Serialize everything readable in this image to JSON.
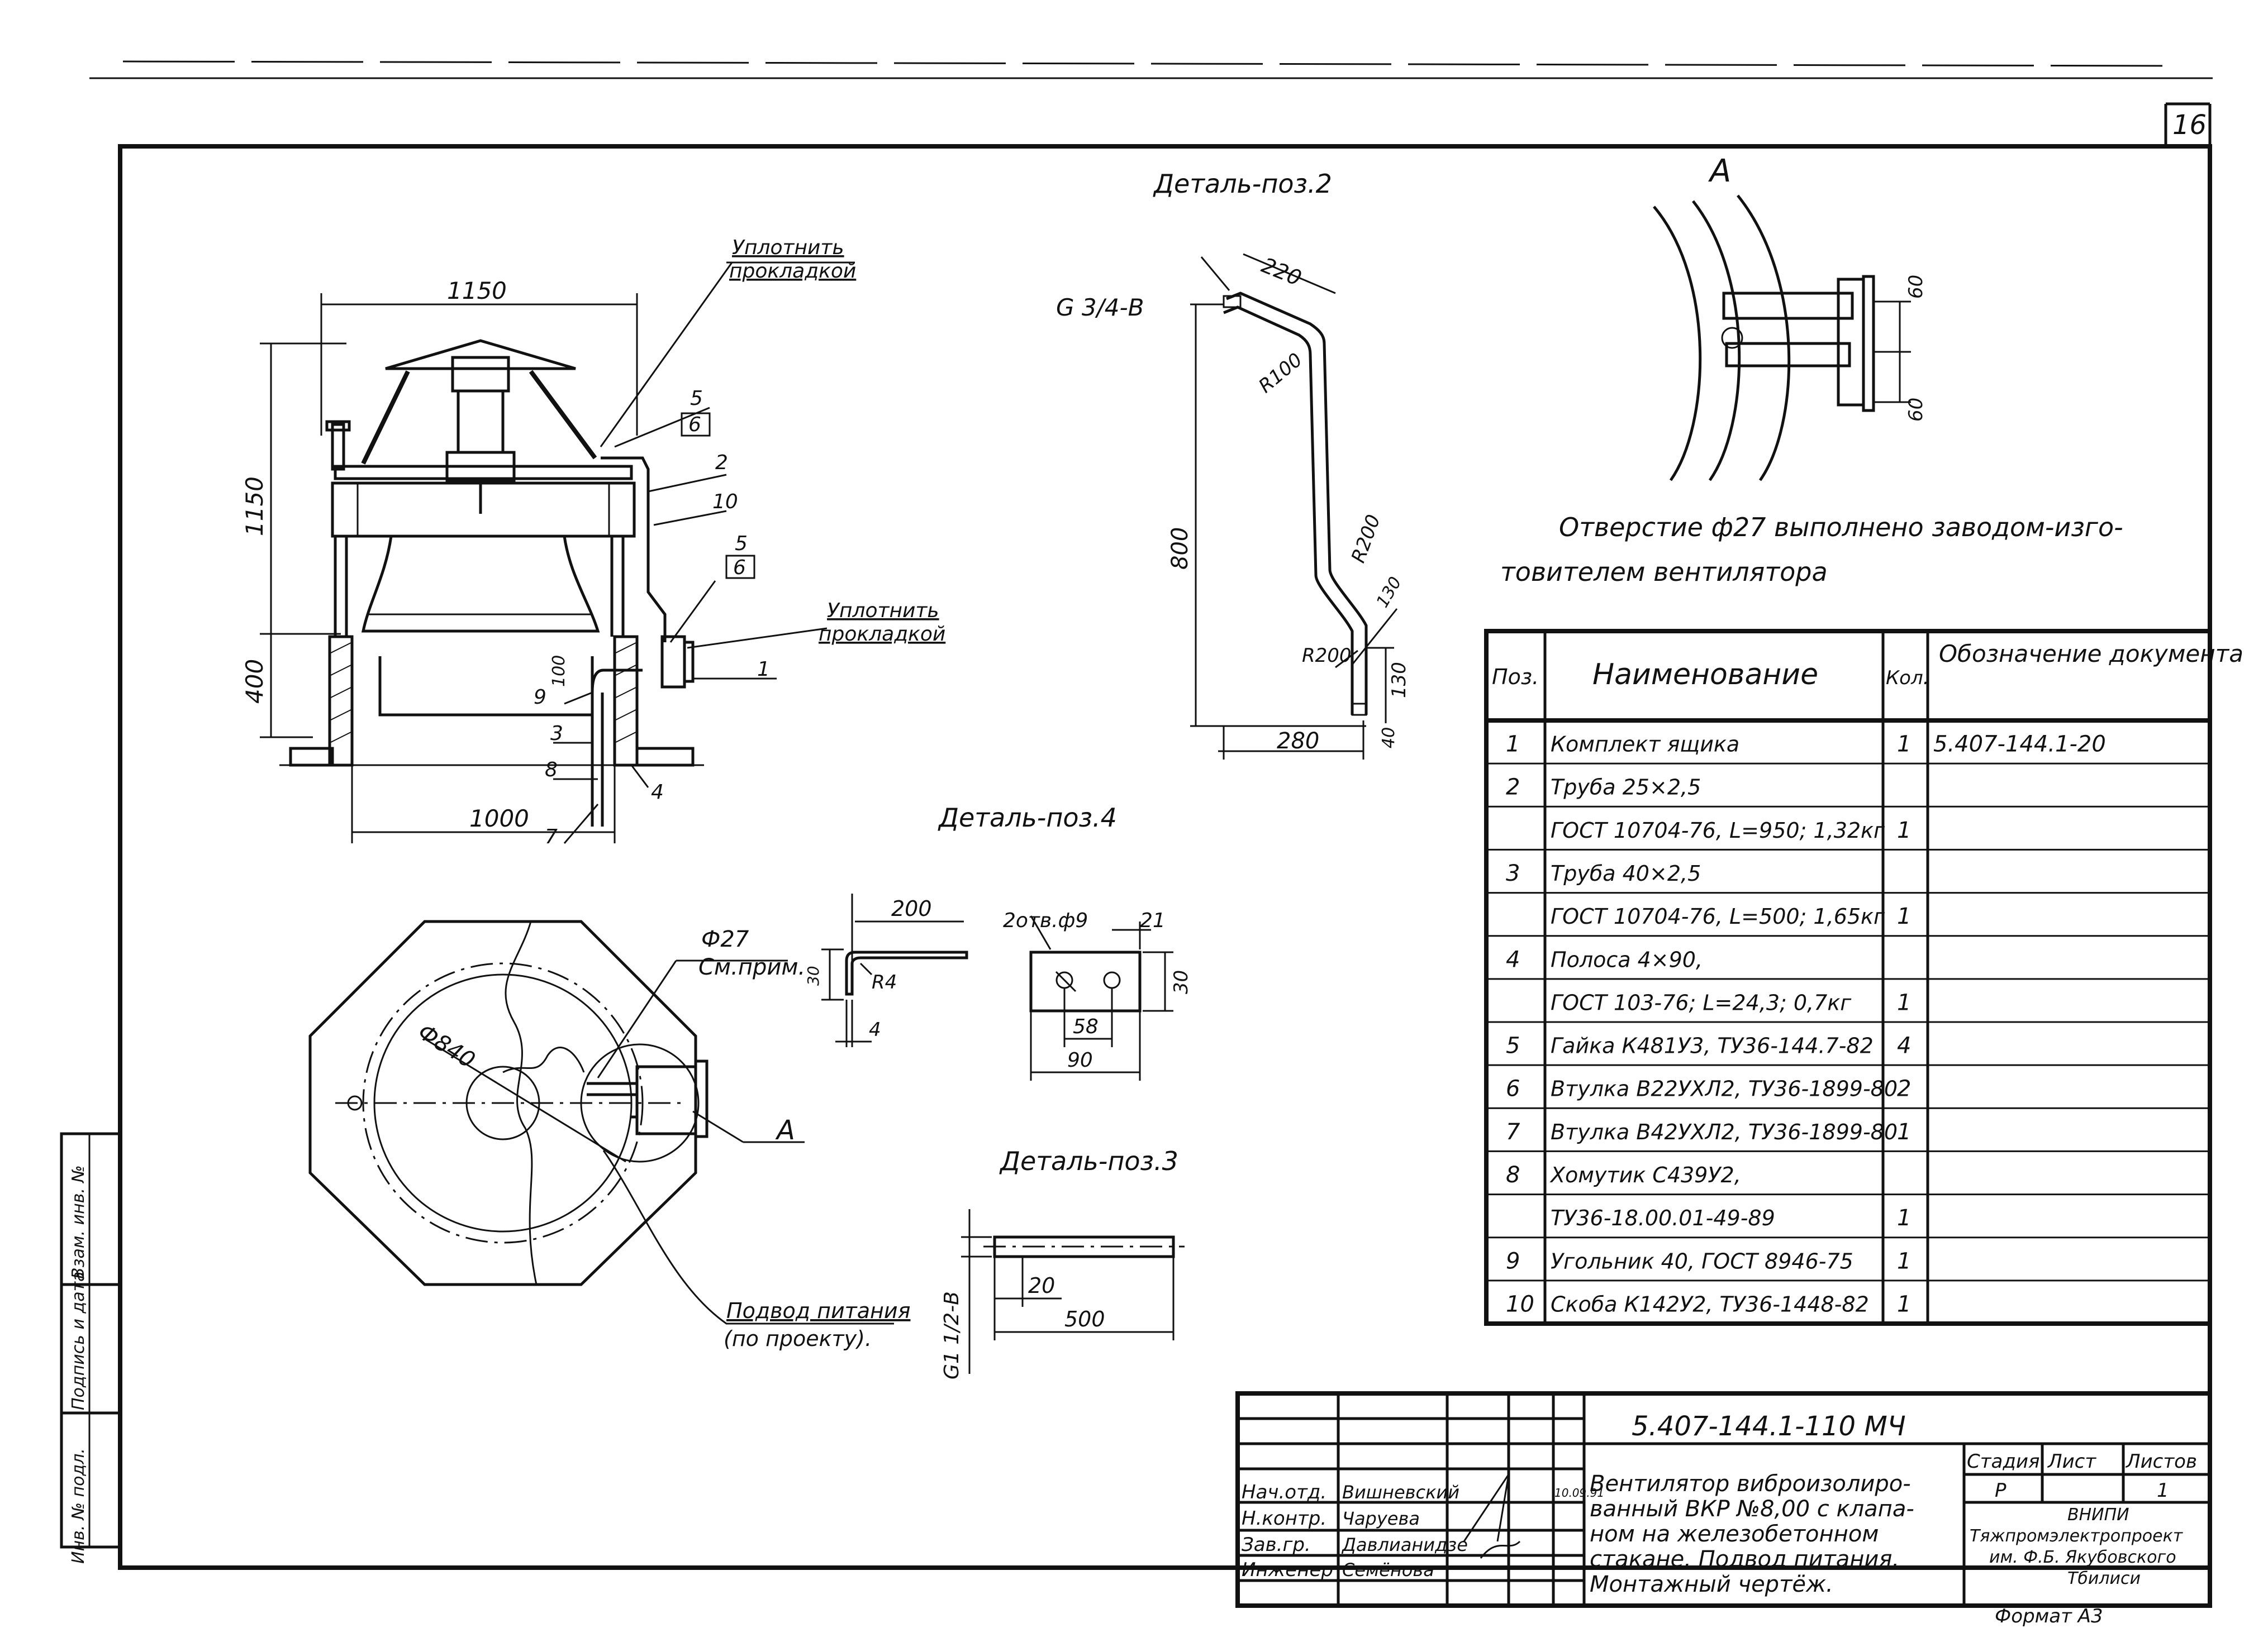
{
  "sheet": {
    "page_number": "16",
    "format": "Формат А3"
  },
  "details": {
    "pos2_title": "Деталь-поз.2",
    "pos4_title": "Деталь-поз.4",
    "pos3_title": "Деталь-поз.3",
    "view_a_title": "А",
    "view_a_dim1": "60",
    "view_a_dim2": "60",
    "note_line1": "Отверстие ф27 выполнено заводом-изго-",
    "note_line2": "товителем вентилятора"
  },
  "main_view": {
    "width_top": "1150",
    "height_upper": "1150",
    "height_lower": "400",
    "width_bottom": "1000",
    "small_dim": "100",
    "seal_note_line1": "Уплотнить",
    "seal_note_line2": "прокладкой",
    "seal_note2_line1": "Уплотнить",
    "seal_note2_line2": "прокладкой",
    "callouts": [
      "5",
      "6",
      "2",
      "10",
      "5",
      "6",
      "1",
      "9",
      "3",
      "8",
      "7",
      "4"
    ]
  },
  "plan_view": {
    "hole": "Ф27",
    "hole_note": "См.прим.",
    "diameter": "Ф840",
    "view_label": "А",
    "power_line1": "Подвод питания",
    "power_line2": "(по проекту)."
  },
  "pos2_dims": {
    "thread": "G 3/4-B",
    "d220": "220",
    "r100": "R100",
    "d800": "800",
    "r200a": "R200",
    "d130a": "130",
    "r200b": "R200",
    "d130b": "130",
    "d280": "280",
    "d40": "40"
  },
  "pos4_dims": {
    "d200": "200",
    "d30": "30",
    "r4": "R4",
    "d4": "4",
    "holes": "2отв.ф9",
    "d21": "21",
    "d30b": "30",
    "d58": "58",
    "d90": "90"
  },
  "pos3_dims": {
    "thread": "G1 1/2-B",
    "d20": "20",
    "d500": "500"
  },
  "spec_table": {
    "headers": [
      "Поз.",
      "Наименование",
      "Кол.",
      "Обозначение документа"
    ],
    "rows": [
      [
        "1",
        "Комплект ящика",
        "1",
        "5.407-144.1-20"
      ],
      [
        "2",
        "Труба 25×2,5",
        "",
        ""
      ],
      [
        "",
        "ГОСТ 10704-76, L=950; 1,32кг",
        "1",
        ""
      ],
      [
        "3",
        "Труба 40×2,5",
        "",
        ""
      ],
      [
        "",
        "ГОСТ 10704-76, L=500; 1,65кг",
        "1",
        ""
      ],
      [
        "4",
        "Полоса 4×90,",
        "",
        ""
      ],
      [
        "",
        "ГОСТ 103-76; L=24,3; 0,7кг",
        "1",
        ""
      ],
      [
        "5",
        "Гайка К481У3, ТУ36-144.7-82",
        "4",
        ""
      ],
      [
        "6",
        "Втулка В22УХЛ2, ТУ36-1899-80",
        "2",
        ""
      ],
      [
        "7",
        "Втулка В42УХЛ2, ТУ36-1899-80",
        "1",
        ""
      ],
      [
        "8",
        "Хомутик С439У2,",
        "",
        ""
      ],
      [
        "",
        "ТУ36-18.00.01-49-89",
        "1",
        ""
      ],
      [
        "9",
        "Угольник 40, ГОСТ 8946-75",
        "1",
        ""
      ],
      [
        "10",
        "Скоба К142У2, ТУ36-1448-82",
        "1",
        ""
      ]
    ]
  },
  "title_block": {
    "doc_code": "5.407-144.1-110 МЧ",
    "title_line1": "Вентилятор виброизолиро-",
    "title_line2": "ванный ВКР №8,00 с клапа-",
    "title_line3": "ном на железобетонном",
    "title_line4": "стакане. Подвод питания.",
    "title_line5": "Монтажный чертёж.",
    "stage_h": "Стадия",
    "sheet_h": "Лист",
    "sheets_h": "Листов",
    "stage_v": "Р",
    "sheets_v": "1",
    "org_line1": "ВНИПИ",
    "org_line2": "Тяжпромэлектропроект",
    "org_line3": "им. Ф.Б. Якубовского",
    "org_line4": "Тбилиси",
    "date": "10.09.91",
    "staff": [
      {
        "role": "Нач.отд.",
        "name": "Вишневский"
      },
      {
        "role": "Н.контр.",
        "name": "Чаруева"
      },
      {
        "role": "Зав.гр.",
        "name": "Давлианидзе"
      },
      {
        "role": "Инженер",
        "name": "Семёнова"
      }
    ]
  },
  "side_stamp": {
    "s1": "Взам. инв. №",
    "s2": "Подпись и дата",
    "s3": "Инв. № подл."
  }
}
